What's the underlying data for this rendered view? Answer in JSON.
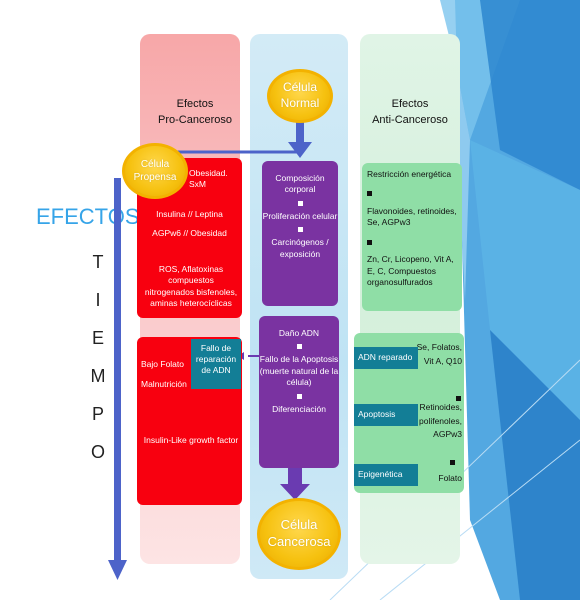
{
  "headings": {
    "pro": [
      "Efectos",
      "Pro-Canceroso"
    ],
    "anti": [
      "Efectos",
      "Anti-Canceroso"
    ]
  },
  "circles": {
    "normal": [
      "Célula",
      "Normal"
    ],
    "propensa": [
      "Célula",
      "Propensa"
    ],
    "cancerosa": [
      "Célula",
      "Cancerosa"
    ]
  },
  "side": {
    "efectos": "EFECTOS",
    "tiempo": [
      "T",
      "I",
      "E",
      "M",
      "P",
      "O"
    ]
  },
  "pro_top": {
    "item1": "Obesidad. SxM",
    "item2": "Insulina // Leptina",
    "item3": "AGPw6 // Obesidad",
    "item4": "ROS, Aflatoxinas compuestos nitrogenados bisfenoles, aminas heterocíclicas"
  },
  "pro_bottom": {
    "item1": "Bajo Folato",
    "item2": "Malnutrición",
    "item3": "Insulin-Like growth factor",
    "tag": "Fallo de reparación de ADN"
  },
  "mid_top": [
    "Composición corporal",
    "Proliferación celular",
    "Carcinógenos / exposición"
  ],
  "mid_bottom": [
    "Daño ADN",
    "Fallo de la Apoptosis (muerte natural de la célula)",
    "Diferenciación"
  ],
  "anti_top": [
    "Restricción energética",
    "Flavonoides, retinoides, Se, AGPw3",
    "Zn, Cr, Licopeno, Vit A, E, C, Compuestos organosulfurados"
  ],
  "anti_bottom": {
    "tag1": "ADN reparado",
    "txt1": "Se, Folatos, Vit A, Q10",
    "tag2": "Apoptosis",
    "txt2": "Retinoides, polifenoles, AGPw3",
    "tag3": "Epigenética",
    "txt3": "Folato"
  },
  "colors": {
    "red": "#f8000f",
    "purple": "#7a33a1",
    "green": "#8fdea6",
    "teal": "#137e96",
    "yellow": "#f6c10f",
    "efectos_blue": "#36a4e8",
    "arrow_blue": "#4d63c9"
  }
}
